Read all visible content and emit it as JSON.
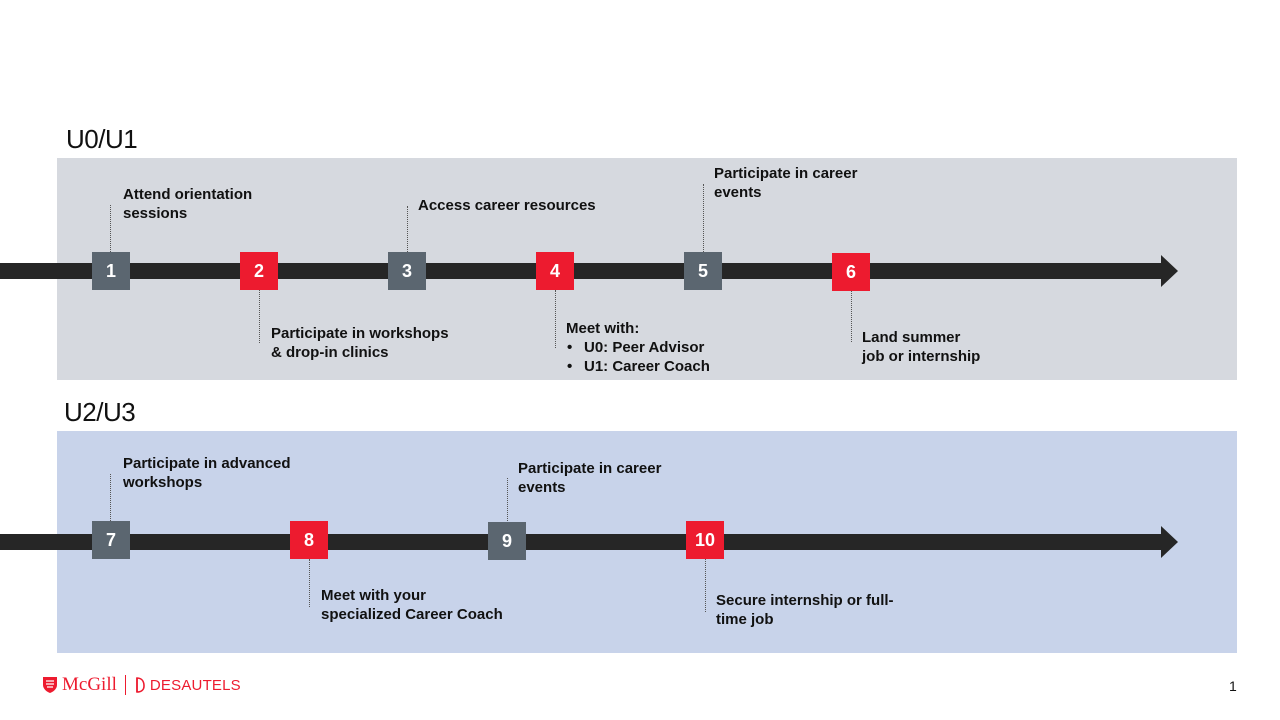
{
  "sections": [
    {
      "title": "U0/U1",
      "steps": [
        {
          "number": "1",
          "color": "gray",
          "label_lines": [
            "Attend orientation",
            "sessions"
          ]
        },
        {
          "number": "2",
          "color": "red",
          "label_lines": [
            "Participate in workshops",
            "& drop-in clinics"
          ]
        },
        {
          "number": "3",
          "color": "gray",
          "label_lines": [
            "Access career resources"
          ]
        },
        {
          "number": "4",
          "color": "red",
          "label_lines": [
            "Meet with:"
          ],
          "bullets": [
            "U0: Peer Advisor",
            "U1: Career Coach"
          ]
        },
        {
          "number": "5",
          "color": "gray",
          "label_lines": [
            "Participate in career",
            "events"
          ]
        },
        {
          "number": "6",
          "color": "red",
          "label_lines": [
            "Land summer",
            "job or internship"
          ]
        }
      ]
    },
    {
      "title": "U2/U3",
      "steps": [
        {
          "number": "7",
          "color": "gray",
          "label_lines": [
            "Participate in advanced",
            "workshops"
          ]
        },
        {
          "number": "8",
          "color": "red",
          "label_lines": [
            "Meet with your",
            "specialized Career Coach"
          ]
        },
        {
          "number": "9",
          "color": "gray",
          "label_lines": [
            "Participate in career",
            "events"
          ]
        },
        {
          "number": "10",
          "color": "red",
          "label_lines": [
            "Secure internship or full-",
            "time job"
          ]
        }
      ]
    }
  ],
  "colors": {
    "panel_top": "#d6d9df",
    "panel_bottom": "#c8d3ea",
    "step_gray": "#5b6670",
    "step_red": "#ed1b2f",
    "track": "#262626"
  },
  "footer": {
    "logo_primary": "McGill",
    "logo_secondary": "DESAUTELS",
    "page_number": "1"
  }
}
